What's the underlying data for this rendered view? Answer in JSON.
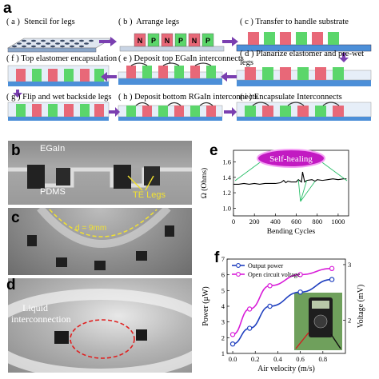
{
  "panel_a": {
    "label": "a",
    "steps": [
      {
        "id": "a",
        "prefix": "( a )",
        "text": "Stencil for legs"
      },
      {
        "id": "b",
        "prefix": "( b )",
        "text": "Arrange legs"
      },
      {
        "id": "c",
        "prefix": "( c )",
        "text": "Transfer to handle substrate"
      },
      {
        "id": "f",
        "prefix": "( f )",
        "text": "Top elastomer encapsulation"
      },
      {
        "id": "e",
        "prefix": "( e )",
        "text": "Deposit top EGaIn interconnects"
      },
      {
        "id": "d",
        "prefix": "( d )",
        "text": "Planarize elastomer and pre-wet legs"
      },
      {
        "id": "g",
        "prefix": "( g )",
        "text": "Flip and wet backside legs"
      },
      {
        "id": "h",
        "prefix": "( h )",
        "text": "Deposit bottom RGaIn interconnects"
      },
      {
        "id": "i",
        "prefix": "( i )",
        "text": "Encapsulate Interconnects"
      }
    ],
    "leg_letters": [
      "N",
      "P",
      "N",
      "P",
      "N",
      "P"
    ]
  },
  "panel_b": {
    "label": "b",
    "egain": "EGaIn",
    "pdms": "PDMS",
    "te_legs": "TE Legs"
  },
  "panel_c": {
    "label": "c",
    "diameter": "d = 9mm"
  },
  "panel_d": {
    "label": "d",
    "liquid": "Liquid",
    "interconnection": "interconnection"
  },
  "panel_e": {
    "label": "e",
    "bubble": "Self-healing",
    "chart_data": {
      "type": "line",
      "xlabel": "Bending Cycles",
      "ylabel": "Ω (Ohms)",
      "xlim": [
        0,
        1100
      ],
      "ylim": [
        0.9,
        1.75
      ],
      "xticks": [
        0,
        200,
        400,
        600,
        800,
        1000
      ],
      "yticks": [
        1.0,
        1.2,
        1.4,
        1.6
      ],
      "x": [
        0,
        50,
        100,
        150,
        200,
        250,
        300,
        350,
        400,
        450,
        480,
        500,
        520,
        550,
        600,
        620,
        650,
        660,
        680,
        700,
        750,
        780,
        800,
        850,
        900,
        950,
        1000,
        1050,
        1080
      ],
      "y": [
        1.31,
        1.31,
        1.32,
        1.31,
        1.32,
        1.31,
        1.32,
        1.32,
        1.32,
        1.33,
        1.36,
        1.33,
        1.35,
        1.34,
        1.34,
        1.37,
        1.34,
        1.47,
        1.34,
        1.36,
        1.37,
        1.35,
        1.37,
        1.36,
        1.37,
        1.38,
        1.37,
        1.38,
        1.38
      ]
    }
  },
  "panel_f": {
    "label": "f",
    "chart_data": {
      "type": "line",
      "xlabel": "Air velocity (m/s)",
      "ylabel_left": "Power (μW)",
      "ylabel_right": "Voltage (mV)",
      "xlim": [
        -0.05,
        1.0
      ],
      "xticks": [
        0.0,
        0.2,
        0.4,
        0.6,
        0.8
      ],
      "ylim_left": [
        1,
        7
      ],
      "yticks_left": [
        1,
        2,
        3,
        4,
        5,
        6,
        7
      ],
      "ylim_right": [
        1.4,
        3.1
      ],
      "yticks_right": [
        2,
        3
      ],
      "series": [
        {
          "name": "Output power",
          "axis": "left",
          "color": "#1f3fbf",
          "x": [
            0.0,
            0.15,
            0.33,
            0.6,
            0.88
          ],
          "y": [
            1.6,
            2.6,
            4.0,
            4.9,
            5.7
          ]
        },
        {
          "name": "Open circuit voltage",
          "axis": "right",
          "color": "#d81bd8",
          "x": [
            0.0,
            0.15,
            0.33,
            0.6,
            0.88
          ],
          "y": [
            1.74,
            2.2,
            2.62,
            2.82,
            2.93
          ]
        }
      ]
    }
  }
}
